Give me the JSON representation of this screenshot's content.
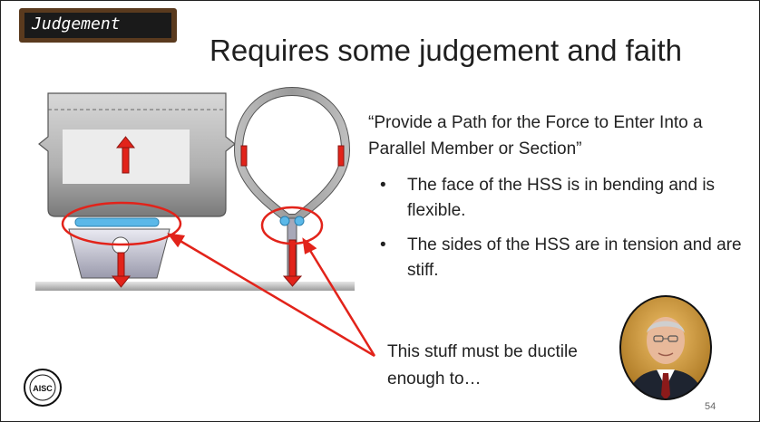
{
  "slide": {
    "tag_label": "Judgement",
    "title": "Requires some judgement and faith",
    "quote": "“Provide a Path for the Force to Enter Into a Parallel Member or Section”",
    "bullets": [
      "The face of the HSS is in bending and is flexible.",
      "The sides of the HSS are in tension and are stiff."
    ],
    "callout": "This stuff must be ductile enough to…",
    "page_number": "54",
    "logo_text": "AISC"
  },
  "colors": {
    "tag_border": "#5a3a1e",
    "tag_fill": "#1a1a1a",
    "arrow_red": "#e2231a",
    "weld_blue": "#5bb8e8",
    "hss_gray": "#8a8a8a"
  }
}
